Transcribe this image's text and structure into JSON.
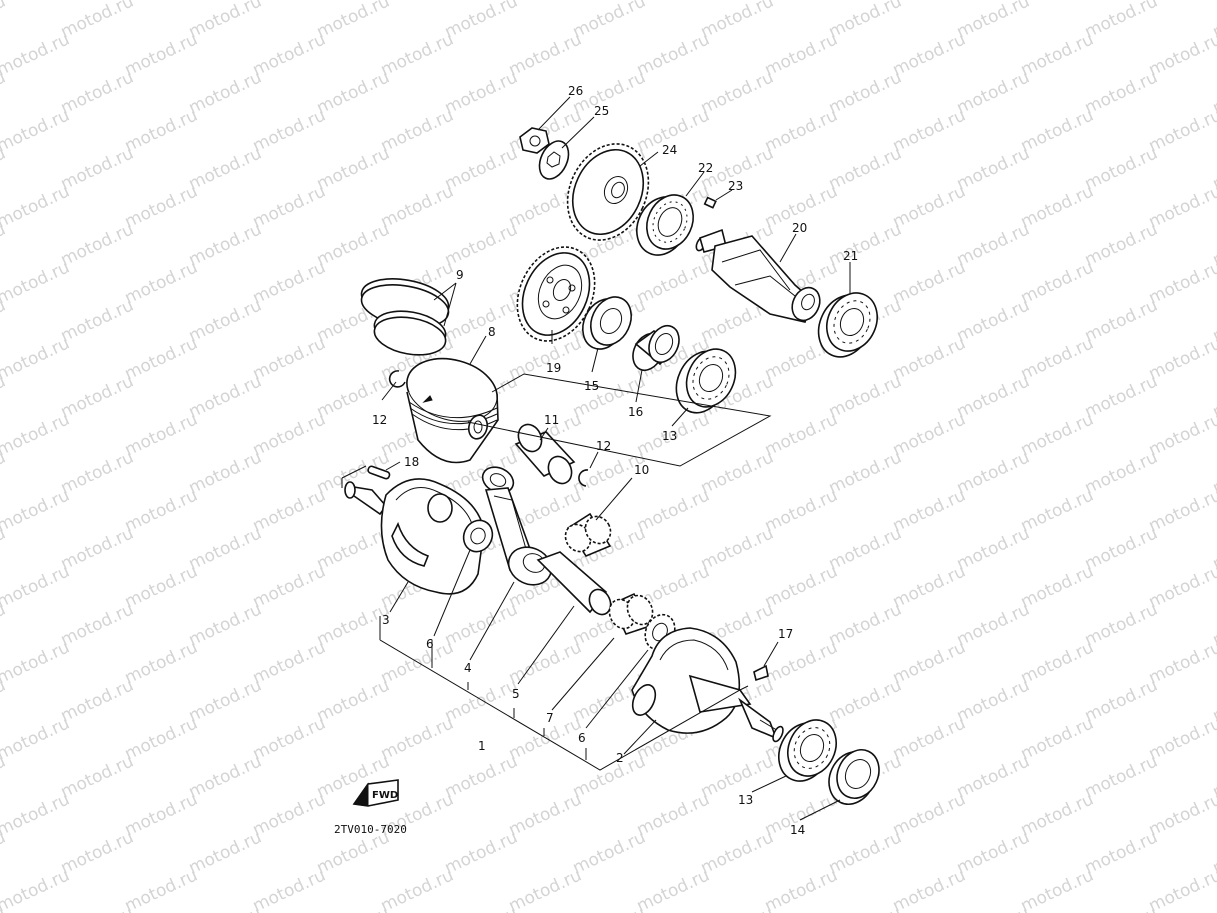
{
  "diagram": {
    "catalog_code": "2TV010-7020",
    "fwd_badge": "FWD",
    "watermark_text": "motod.ru",
    "parts": [
      {
        "id": "p1",
        "label": "1"
      },
      {
        "id": "p2",
        "label": "2"
      },
      {
        "id": "p3",
        "label": "3"
      },
      {
        "id": "p4",
        "label": "4"
      },
      {
        "id": "p5",
        "label": "5"
      },
      {
        "id": "p6a",
        "label": "6"
      },
      {
        "id": "p6b",
        "label": "6"
      },
      {
        "id": "p7",
        "label": "7"
      },
      {
        "id": "p8",
        "label": "8"
      },
      {
        "id": "p9",
        "label": "9"
      },
      {
        "id": "p10",
        "label": "10"
      },
      {
        "id": "p11",
        "label": "11"
      },
      {
        "id": "p12a",
        "label": "12"
      },
      {
        "id": "p12b",
        "label": "12"
      },
      {
        "id": "p13a",
        "label": "13"
      },
      {
        "id": "p13b",
        "label": "13"
      },
      {
        "id": "p14",
        "label": "14"
      },
      {
        "id": "p15",
        "label": "15"
      },
      {
        "id": "p16",
        "label": "16"
      },
      {
        "id": "p17",
        "label": "17"
      },
      {
        "id": "p18",
        "label": "18"
      },
      {
        "id": "p19",
        "label": "19"
      },
      {
        "id": "p20",
        "label": "20"
      },
      {
        "id": "p21",
        "label": "21"
      },
      {
        "id": "p22",
        "label": "22"
      },
      {
        "id": "p23",
        "label": "23"
      },
      {
        "id": "p24",
        "label": "24"
      },
      {
        "id": "p25",
        "label": "25"
      },
      {
        "id": "p26",
        "label": "26"
      }
    ]
  }
}
